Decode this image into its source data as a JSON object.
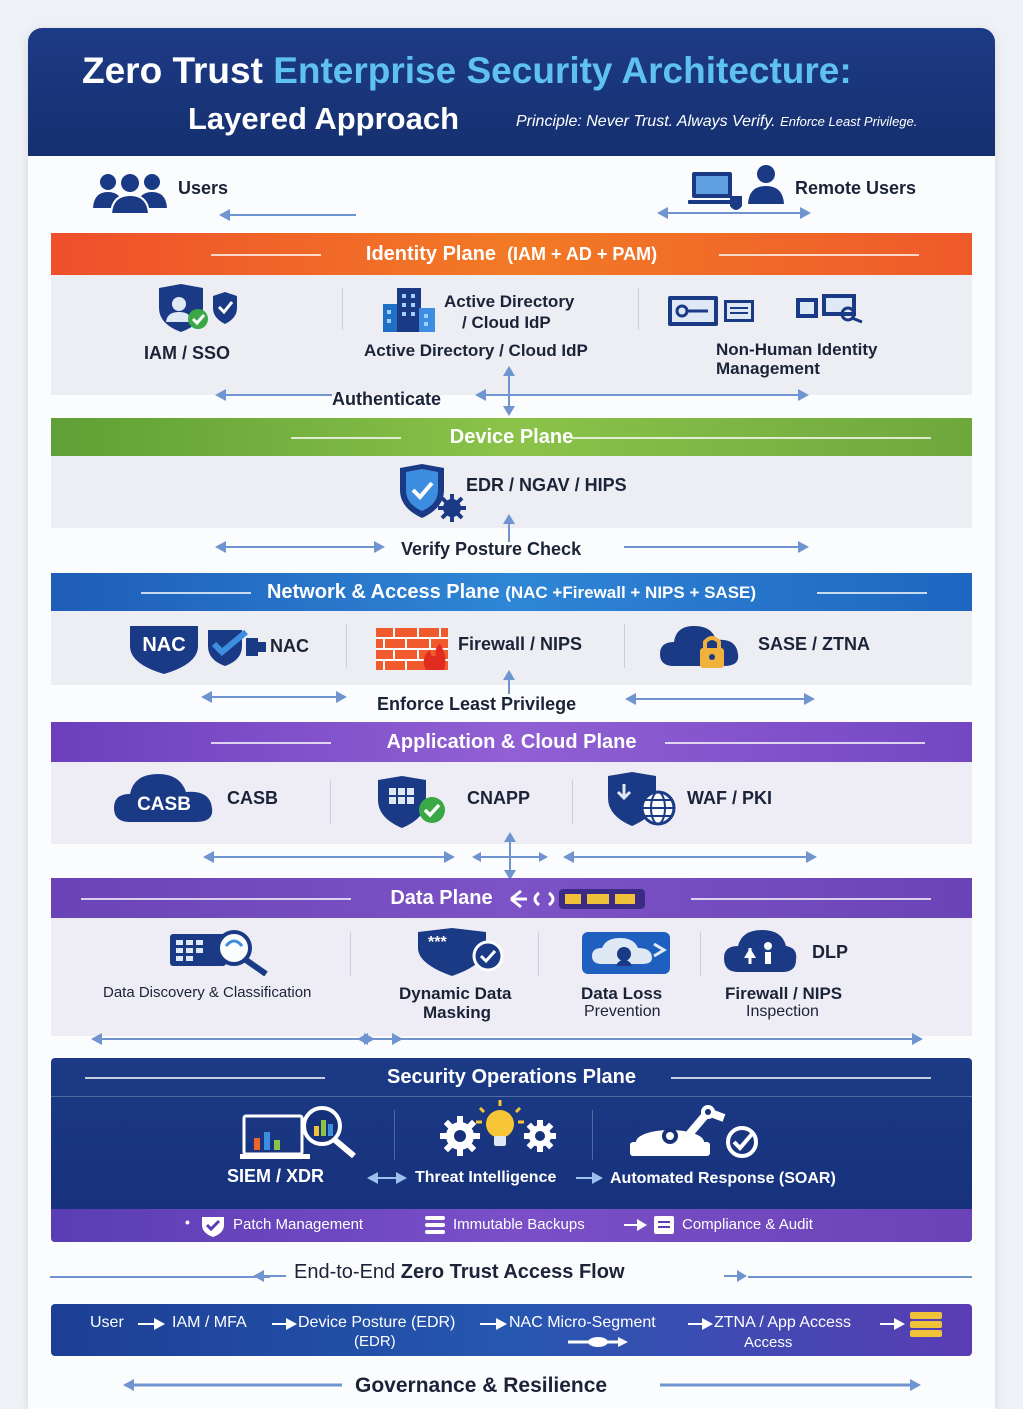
{
  "header": {
    "title_white": "Zero Trust",
    "title_accent": "Enterprise Security Architecture:",
    "subtitle": "Layered Approach",
    "principle": "Principle: Never Trust. Always Verify.",
    "principle_small": "Enforce Least Privilege."
  },
  "top": {
    "users": "Users",
    "remote_users": "Remote Users"
  },
  "identity": {
    "title": "Identity Plane",
    "title_detail": "(IAM + AD + PAM)",
    "iam": "IAM / SSO",
    "ad_line1": "Active Directory",
    "ad_line2": "/ Cloud IdP",
    "ad_caption": "Active Directory / Cloud IdP",
    "nhi_line1": "Non-Human Identity",
    "nhi_line2": "Management",
    "flow": "Authenticate"
  },
  "device": {
    "title": "Device Plane",
    "edr": "EDR / NGAV / HIPS",
    "flow": "Verify Posture Check"
  },
  "network": {
    "title": "Network & Access Plane",
    "title_detail": "(NAC +Firewall + NIPS + SASE)",
    "nac_badge": "NAC",
    "nac": "NAC",
    "firewall": "Firewall / NIPS",
    "sase": "SASE / ZTNA",
    "flow": "Enforce Least Privilege"
  },
  "application": {
    "title": "Application & Cloud Plane",
    "casb_badge": "CASB",
    "casb": "CASB",
    "cnapp": "CNAPP",
    "waf": "WAF / PKI"
  },
  "data_plane": {
    "title": "Data Plane",
    "discovery": "Data Discovery & Classification",
    "masking_line1": "Dynamic Data",
    "masking_line2": "Masking",
    "masking_badge": "***",
    "dlp_line1": "Data Loss",
    "dlp_line2": "Prevention",
    "dlp": "DLP",
    "fw_line1": "Firewall / NIPS",
    "fw_line2": "Inspection"
  },
  "secops": {
    "title": "Security Operations Plane",
    "siem": "SIEM / XDR",
    "threat": "Threat Intelligence",
    "soar": "Automated Response (SOAR)",
    "patch": "Patch Management",
    "backups": "Immutable Backups",
    "compliance": "Compliance & Audit"
  },
  "flow": {
    "title_prefix": "End-to-End",
    "title_bold": "Zero Trust Access Flow",
    "step1": "User",
    "step2": "IAM / MFA",
    "step3_line1": "Device Posture (EDR)",
    "step3_line2": "(EDR)",
    "step4": "NAC Micro-Segment",
    "step5_line1": "ZTNA / App Access",
    "step5_line2": "Access"
  },
  "footer": {
    "title": "Governance & Resilience"
  },
  "colors": {
    "navy": "#1b3a86",
    "identity": "#f0642a",
    "device": "#7cb342",
    "network": "#1f6fc5",
    "application": "#7e4fc4",
    "data": "#6b46b8",
    "secops": "#1c3a85",
    "arrow": "#5f88c9"
  }
}
